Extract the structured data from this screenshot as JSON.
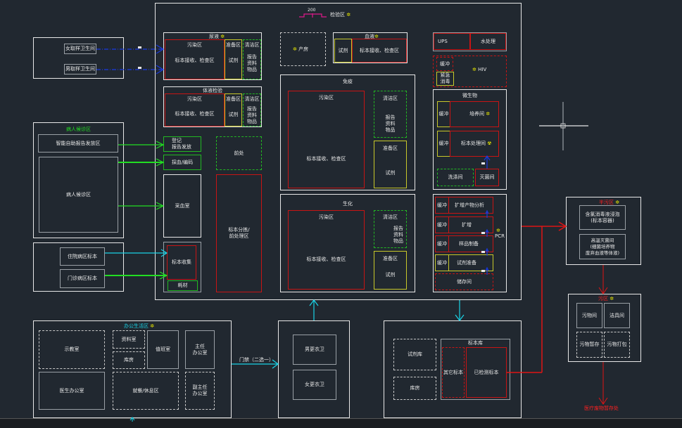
{
  "colors": {
    "background": "#212830",
    "wall": "#e8e8e8",
    "contaminated": "#c81414",
    "prep": "#c8c82a",
    "clean": "#22b822",
    "flow_cyan": "#19d3e6",
    "flow_blue": "#1a3ae0",
    "flow_red": "#e01414",
    "star": "#e6e600"
  },
  "dimension": {
    "value": "200"
  },
  "inspection_area": {
    "title": "检验区"
  },
  "washrooms_top": {
    "female": "女取样卫生间",
    "male": "男取样卫生间"
  },
  "urine": {
    "title": "尿液",
    "dirty": "污染区",
    "dirty_text": "标本接收、检查区",
    "prep": "准备区",
    "prep_text": "试剂",
    "clean": "清洁区",
    "clean_text": [
      "报告",
      "资料",
      "物品"
    ]
  },
  "body_fluid": {
    "title": "体液检验",
    "dirty": "污染区",
    "dirty_text": "标本接收、检查区",
    "prep": "准备区",
    "prep_text": "试剂",
    "clean": "清洁区",
    "clean_text": [
      "报告",
      "资料",
      "物品"
    ]
  },
  "room_production": {
    "label": "产房"
  },
  "blood": {
    "title": "血液",
    "reagent": "试剂",
    "specimen": "标本接收、检查区"
  },
  "immunity": {
    "title": "免疫",
    "dirty": "污染区",
    "dirty_text": "标本接收、检查区",
    "clean": "清洁区",
    "clean_text": [
      "报告",
      "资料",
      "物品"
    ],
    "prep": "准备区",
    "prep_text": "试剂"
  },
  "biochem": {
    "title": "生化",
    "dirty": "污染区",
    "dirty_text": "标本接收、检查区",
    "clean": "清洁区",
    "clean_text": [
      "报告",
      "资料",
      "物品"
    ],
    "prep": "准备区",
    "prep_text": "试剂"
  },
  "ups": {
    "ups": "UPS",
    "water": "水处理"
  },
  "hiv": {
    "buffer": "缓冲",
    "transfer": "紧急\n消毒",
    "label": "HIV"
  },
  "micro": {
    "title": "微生物",
    "buffer1": "缓冲",
    "culture": "培养间",
    "buffer2": "缓冲",
    "process": "标本处理间",
    "wash": "洗涤间",
    "sterilize": "灭菌间"
  },
  "pcr": {
    "label": "PCR",
    "rows": [
      {
        "buffer": "缓冲",
        "room": "扩增产物分析"
      },
      {
        "buffer": "缓冲",
        "room": "扩增"
      },
      {
        "buffer": "缓冲",
        "room": "样品制备"
      },
      {
        "buffer": "缓冲",
        "room": "试剂准备"
      }
    ],
    "storage": "储存间"
  },
  "center_left": {
    "sample_reg": "登记\n报告发放",
    "tube": "採血/编码",
    "blood_draw": "采血室",
    "specimen_collect": "标本收集",
    "supplies": "耗材",
    "sort": "标本分拣/\n前处理区",
    "duty": "前处"
  },
  "waiting": {
    "title": "病人候诊区",
    "self_service": "智能自助报告发放区",
    "waiting_area": "病人候诊区"
  },
  "specimen_src": {
    "inpatient": "住院病区标本",
    "outpatient": "门诊病区标本"
  },
  "office": {
    "title": "办公生活区",
    "rooms": {
      "demo": "示教室",
      "data": "资料室",
      "storage": "库房",
      "duty": "值班室",
      "director": "主任\n办公室",
      "doctor": "医生办公室",
      "rest": "就餐/休息区",
      "vice_director": "副主任\n办公室"
    }
  },
  "door_label": "门禁（二选一）",
  "locker": {
    "male": "男更衣卫",
    "female": "女更衣卫"
  },
  "store": {
    "reagent": "试剂库",
    "storeroom": "库房",
    "specimen_title": "标本库",
    "other": "其它标本",
    "tested": "已检测标本"
  },
  "semi_dirty": {
    "title": "半污区",
    "disinfect": "含氯消毒液浸泡\n(标本容器)",
    "autoclave": "高温灭菌间\n(细菌培养物\n废弃血液等体液)"
  },
  "dirty_zone": {
    "title": "污区",
    "waste_room": "污物间",
    "tool_room": "洁具间",
    "temp_store": "污物暂存",
    "pack": "污物打包"
  },
  "waste_dest": "医疗废物暂存处"
}
